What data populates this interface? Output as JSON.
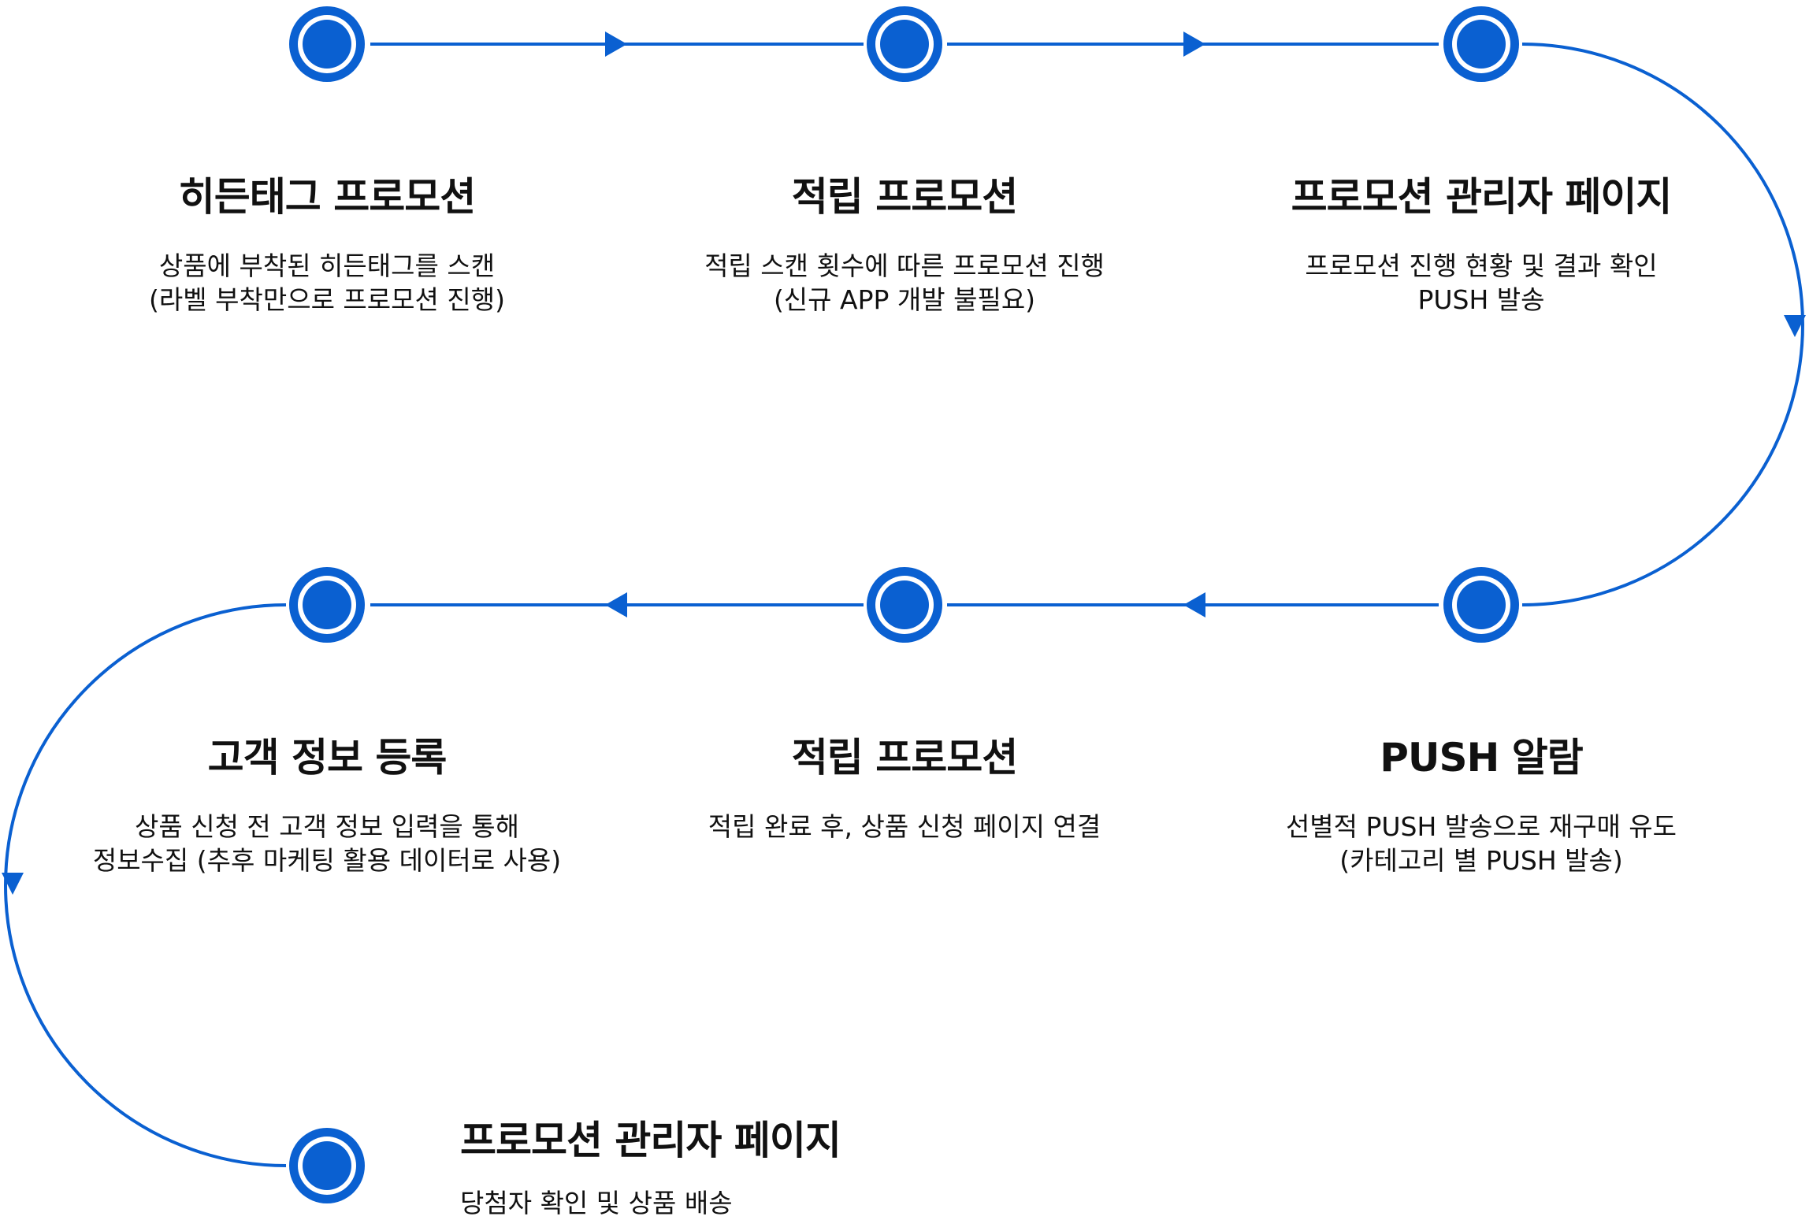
{
  "colors": {
    "accent": "#0A60D1",
    "text": "#111111",
    "background": "#FFFFFF"
  },
  "steps": [
    {
      "title": "히든태그 프로모션",
      "description": "상품에 부착된 히든태그를 스캔\n(라벨 부착만으로 프로모션 진행)"
    },
    {
      "title": "적립 프로모션",
      "description": "적립 스캔 횟수에 따른 프로모션 진행\n(신규 APP 개발 불필요)"
    },
    {
      "title": "프로모션 관리자 페이지",
      "description": "프로모션 진행 현황 및 결과 확인\nPUSH 발송"
    },
    {
      "title": "PUSH 알람",
      "description": "선별적 PUSH 발송으로 재구매 유도\n(카테고리 별 PUSH 발송)"
    },
    {
      "title": "적립 프로모션",
      "description": "적립 완료 후, 상품 신청 페이지 연결"
    },
    {
      "title": "고객 정보 등록",
      "description": "상품 신청 전 고객 정보 입력을 통해\n정보수집 (추후 마케팅 활용 데이터로 사용)"
    },
    {
      "title": "프로모션 관리자 페이지",
      "description": "당첨자 확인 및 상품 배송"
    }
  ]
}
